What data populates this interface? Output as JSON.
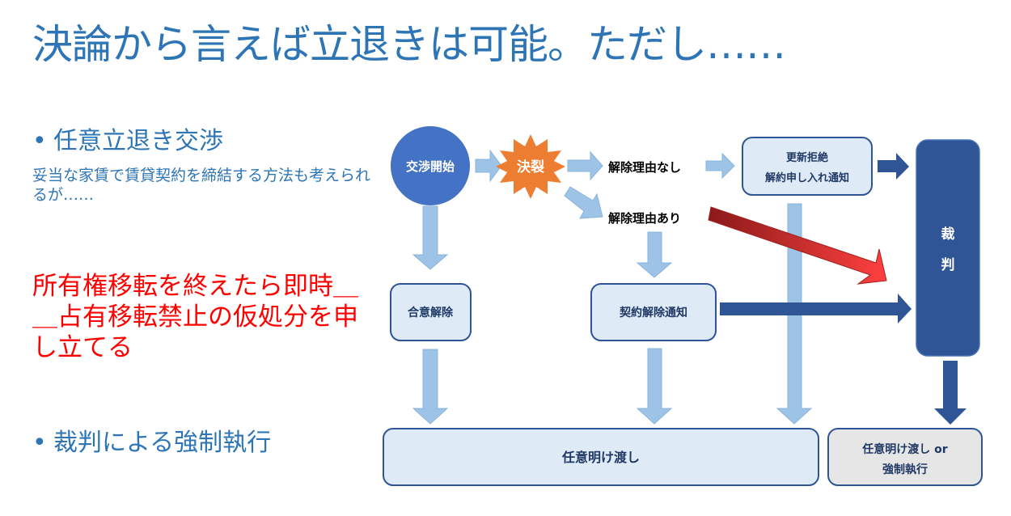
{
  "slide": {
    "title": "決論から言えば立退きは可能。ただし……",
    "bullets": [
      {
        "bullet": "•",
        "label": "任意立退き交渉"
      },
      {
        "bullet": "•",
        "label": "裁判による強制執行"
      }
    ],
    "sub_text": "妥当な家賃で賃貸契約を締結する方法も考えられるが……",
    "highlight": "所有権移転を終えたら即時＿＿占有移転禁止の仮処分を申し立てる"
  },
  "diagram": {
    "nodes": {
      "start": "交渉開始",
      "breakdown": "決裂",
      "no_reason": "解除理由なし",
      "has_reason": "解除理由あり",
      "refusal_line1": "更新拒絶",
      "refusal_line2": "解約申し入れ通知",
      "court_line1": "裁",
      "court_line2": "判",
      "mutual": "合意解除",
      "termination": "契約解除通知",
      "voluntary": "任意明け渡し",
      "final_line1": "任意明け渡し or",
      "final_line2": "強制執行"
    },
    "colors": {
      "title_blue": "#2e75b6",
      "highlight_red": "#ff0000",
      "circle_blue": "#4472c4",
      "burst_orange": "#ed7d31",
      "light_arrow": "#9dc3e6",
      "dark_navy": "#2f5597",
      "box_fill": "#deebf7",
      "final_fill": "#e7e6e6"
    }
  }
}
